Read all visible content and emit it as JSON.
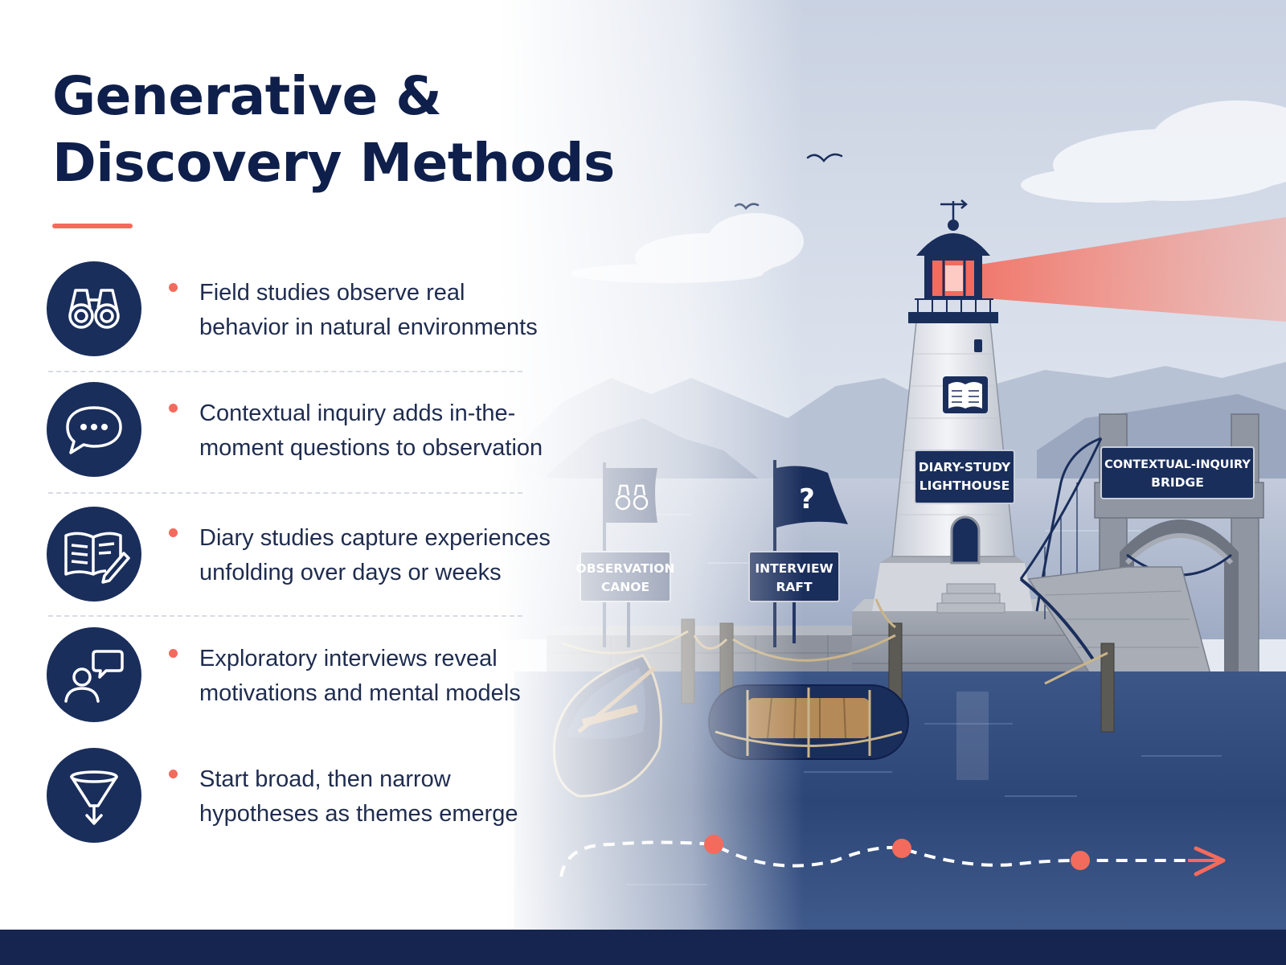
{
  "title": {
    "line1": "Generative &",
    "line2": "Discovery Methods"
  },
  "items": [
    {
      "icon": "binoculars-icon",
      "line1": "Field studies observe real",
      "line2": "behavior in natural environments"
    },
    {
      "icon": "speech-bubble-icon",
      "line1": "Contextual inquiry adds in-the-",
      "line2": "moment questions to observation"
    },
    {
      "icon": "journal-pencil-icon",
      "line1": "Diary studies capture experiences",
      "line2": "unfolding over days or weeks"
    },
    {
      "icon": "person-speech-icon",
      "line1": "Exploratory interviews reveal",
      "line2": "motivations and mental models"
    },
    {
      "icon": "funnel-icon",
      "line1": "Start broad, then narrow",
      "line2": "hypotheses as themes emerge"
    }
  ],
  "signs": {
    "canoe": {
      "line1": "OBSERVATION",
      "line2": "CANOE"
    },
    "raft": {
      "line1": "INTERVIEW",
      "line2": "RAFT"
    },
    "lighthouse": {
      "line1": "DIARY-STUDY",
      "line2": "LIGHTHOUSE"
    },
    "bridge": {
      "line1": "CONTEXTUAL-INQUIRY",
      "line2": "BRIDGE"
    }
  },
  "flag_raft_symbol": "?",
  "colors": {
    "navy": "#1a2e5c",
    "title_navy": "#0f1f4b",
    "accent": "#f36b5c",
    "water": "#2f4a7c",
    "footer": "#15254f"
  }
}
